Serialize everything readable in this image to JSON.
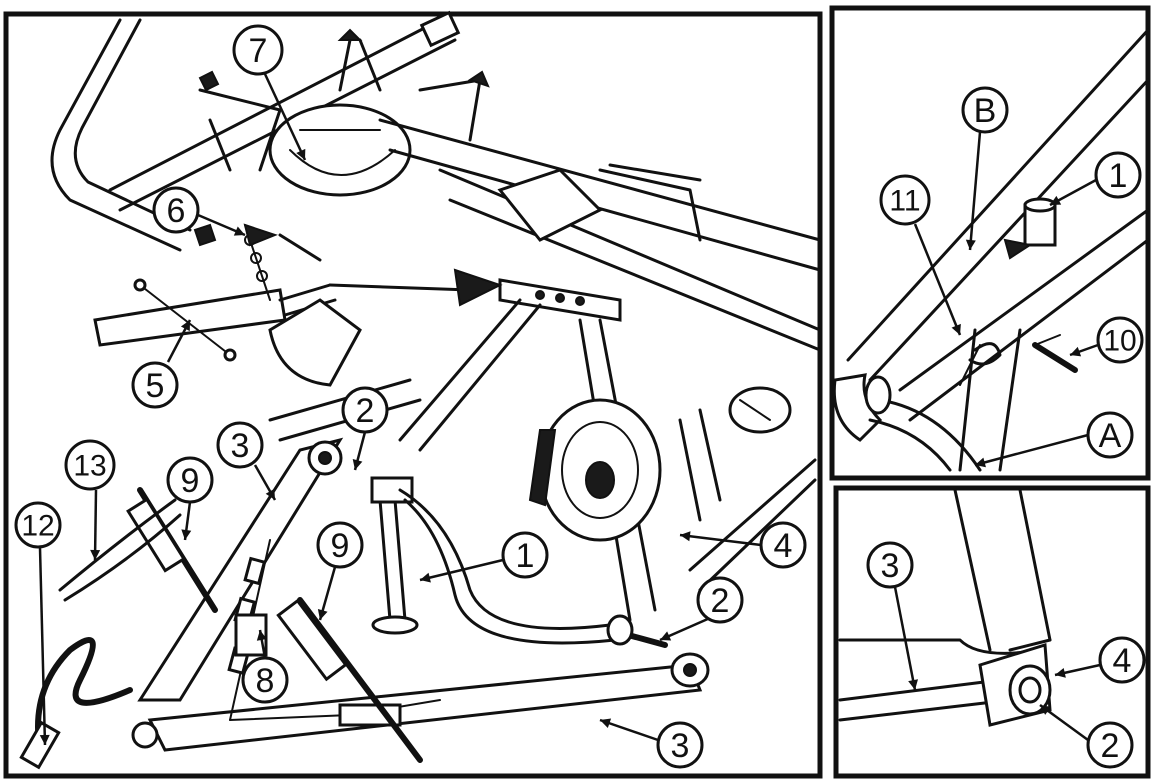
{
  "callouts": {
    "main": [
      {
        "id": "m7",
        "label": "7"
      },
      {
        "id": "m6",
        "label": "6"
      },
      {
        "id": "m5",
        "label": "5"
      },
      {
        "id": "m2a",
        "label": "2"
      },
      {
        "id": "m3a",
        "label": "3"
      },
      {
        "id": "m13",
        "label": "13"
      },
      {
        "id": "m9a",
        "label": "9"
      },
      {
        "id": "m12",
        "label": "12"
      },
      {
        "id": "m1",
        "label": "1"
      },
      {
        "id": "m4",
        "label": "4"
      },
      {
        "id": "m9b",
        "label": "9"
      },
      {
        "id": "m2b",
        "label": "2"
      },
      {
        "id": "m8",
        "label": "8"
      },
      {
        "id": "m3b",
        "label": "3"
      }
    ],
    "top_right": [
      {
        "id": "tB",
        "label": "B"
      },
      {
        "id": "t11",
        "label": "11"
      },
      {
        "id": "t1",
        "label": "1"
      },
      {
        "id": "t10",
        "label": "10"
      },
      {
        "id": "tA",
        "label": "A"
      }
    ],
    "bottom_right": [
      {
        "id": "b3",
        "label": "3"
      },
      {
        "id": "b4",
        "label": "4"
      },
      {
        "id": "b2",
        "label": "2"
      }
    ]
  }
}
